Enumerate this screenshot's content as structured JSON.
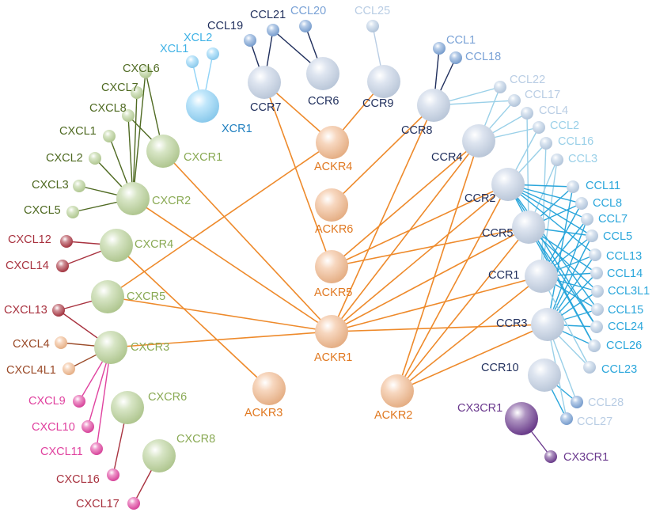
{
  "colors": {
    "cxcr_node": "#b7cf95",
    "cxcr_label": "#8aaa55",
    "cxcl_edge": "#4f6a22",
    "ack_node": "#f0b68a",
    "ack_edge": "#ee8a2b",
    "ack_label": "#e07820",
    "ccr_node": "#c3d0e3",
    "ccr_label": "#1a2a55",
    "xcr1_node": "#8fd3f7",
    "xcr1_label": "#1f7fbf",
    "xcl_label": "#3fb2e6",
    "maroon": "#a8323f",
    "brown_label": "#9a4a28",
    "magenta": "#e0429f",
    "pale_blue": "#b9cde4",
    "mid_blue": "#7aa2d6",
    "dark_blue": "#1f2e5c",
    "light_cyan": "#9ad0e8",
    "cyan_edge": "#2aa6db",
    "purple": "#6b3a8e"
  },
  "nodes": [
    {
      "id": "XCR1",
      "label": "XCR1",
      "kind": "receptor"
    },
    {
      "id": "XCL1",
      "label": "XCL1",
      "kind": "ligand"
    },
    {
      "id": "XCL2",
      "label": "XCL2",
      "kind": "ligand"
    },
    {
      "id": "CCL19",
      "label": "CCL19",
      "kind": "ligand"
    },
    {
      "id": "CCL21",
      "label": "CCL21",
      "kind": "ligand"
    },
    {
      "id": "CCL20",
      "label": "CCL20",
      "kind": "ligand"
    },
    {
      "id": "CCL25",
      "label": "CCL25",
      "kind": "ligand"
    },
    {
      "id": "CCR7",
      "label": "CCR7",
      "kind": "receptor"
    },
    {
      "id": "CCR6",
      "label": "CCR6",
      "kind": "receptor"
    },
    {
      "id": "CCR9",
      "label": "CCR9",
      "kind": "receptor"
    },
    {
      "id": "CCL1",
      "label": "CCL1",
      "kind": "ligand"
    },
    {
      "id": "CCL18",
      "label": "CCL18",
      "kind": "ligand"
    },
    {
      "id": "CCR8",
      "label": "CCR8",
      "kind": "receptor"
    },
    {
      "id": "CXCL6",
      "label": "CXCL6",
      "kind": "ligand"
    },
    {
      "id": "CXCL7",
      "label": "CXCL7",
      "kind": "ligand"
    },
    {
      "id": "CXCL8",
      "label": "CXCL8",
      "kind": "ligand"
    },
    {
      "id": "CXCL1",
      "label": "CXCL1",
      "kind": "ligand"
    },
    {
      "id": "CXCL2",
      "label": "CXCL2",
      "kind": "ligand"
    },
    {
      "id": "CXCL3",
      "label": "CXCL3",
      "kind": "ligand"
    },
    {
      "id": "CXCL5",
      "label": "CXCL5",
      "kind": "ligand"
    },
    {
      "id": "CXCR1",
      "label": "CXCR1",
      "kind": "receptor"
    },
    {
      "id": "CXCR2",
      "label": "CXCR2",
      "kind": "receptor"
    },
    {
      "id": "CXCL12",
      "label": "CXCL12",
      "kind": "ligand"
    },
    {
      "id": "CXCL14",
      "label": "CXCL14",
      "kind": "ligand"
    },
    {
      "id": "CXCR4",
      "label": "CXCR4",
      "kind": "receptor"
    },
    {
      "id": "CXCR5",
      "label": "CXCR5",
      "kind": "receptor"
    },
    {
      "id": "CXCL13",
      "label": "CXCL13",
      "kind": "ligand"
    },
    {
      "id": "CXCL4",
      "label": "CXCL4",
      "kind": "ligand"
    },
    {
      "id": "CXCL4L1",
      "label": "CXCL4L1",
      "kind": "ligand"
    },
    {
      "id": "CXCR3",
      "label": "CXCR3",
      "kind": "receptor"
    },
    {
      "id": "CXCL9",
      "label": "CXCL9",
      "kind": "ligand"
    },
    {
      "id": "CXCL10",
      "label": "CXCL10",
      "kind": "ligand"
    },
    {
      "id": "CXCL11",
      "label": "CXCL11",
      "kind": "ligand"
    },
    {
      "id": "CXCR6",
      "label": "CXCR6",
      "kind": "receptor"
    },
    {
      "id": "CXCL16",
      "label": "CXCL16",
      "kind": "ligand"
    },
    {
      "id": "CXCR8",
      "label": "CXCR8",
      "kind": "receptor"
    },
    {
      "id": "CXCL17",
      "label": "CXCL17",
      "kind": "ligand"
    },
    {
      "id": "ACKR4",
      "label": "ACKR4",
      "kind": "atypical"
    },
    {
      "id": "ACKR6",
      "label": "ACKR6",
      "kind": "atypical"
    },
    {
      "id": "ACKR5",
      "label": "ACKR5",
      "kind": "atypical"
    },
    {
      "id": "ACKR1",
      "label": "ACKR1",
      "kind": "atypical"
    },
    {
      "id": "ACKR3",
      "label": "ACKR3",
      "kind": "atypical"
    },
    {
      "id": "ACKR2",
      "label": "ACKR2",
      "kind": "atypical"
    },
    {
      "id": "CCR4",
      "label": "CCR4",
      "kind": "receptor"
    },
    {
      "id": "CCR2",
      "label": "CCR2",
      "kind": "receptor"
    },
    {
      "id": "CCR5",
      "label": "CCR5",
      "kind": "receptor"
    },
    {
      "id": "CCR1",
      "label": "CCR1",
      "kind": "receptor"
    },
    {
      "id": "CCR3",
      "label": "CCR3",
      "kind": "receptor"
    },
    {
      "id": "CCR10",
      "label": "CCR10",
      "kind": "receptor"
    },
    {
      "id": "CX3CR1",
      "label": "CX3CR1",
      "kind": "receptor"
    },
    {
      "id": "CX3CL1",
      "label": "CX3CR1",
      "kind": "ligand"
    },
    {
      "id": "CCL22",
      "label": "CCL22",
      "kind": "ligand"
    },
    {
      "id": "CCL17",
      "label": "CCL17",
      "kind": "ligand"
    },
    {
      "id": "CCL4",
      "label": "CCL4",
      "kind": "ligand"
    },
    {
      "id": "CCL2",
      "label": "CCL2",
      "kind": "ligand"
    },
    {
      "id": "CCL16",
      "label": "CCL16",
      "kind": "ligand"
    },
    {
      "id": "CCL3",
      "label": "CCL3",
      "kind": "ligand"
    },
    {
      "id": "CCL11",
      "label": "CCL11",
      "kind": "ligand"
    },
    {
      "id": "CCL8",
      "label": "CCL8",
      "kind": "ligand"
    },
    {
      "id": "CCL7",
      "label": "CCL7",
      "kind": "ligand"
    },
    {
      "id": "CCL5",
      "label": "CCL5",
      "kind": "ligand"
    },
    {
      "id": "CCL13",
      "label": "CCL13",
      "kind": "ligand"
    },
    {
      "id": "CCL14",
      "label": "CCL14",
      "kind": "ligand"
    },
    {
      "id": "CCL3L1",
      "label": "CCL3L1",
      "kind": "ligand"
    },
    {
      "id": "CCL15",
      "label": "CCL15",
      "kind": "ligand"
    },
    {
      "id": "CCL24",
      "label": "CCL24",
      "kind": "ligand"
    },
    {
      "id": "CCL26",
      "label": "CCL26",
      "kind": "ligand"
    },
    {
      "id": "CCL23",
      "label": "CCL23",
      "kind": "ligand"
    },
    {
      "id": "CCL28",
      "label": "CCL28",
      "kind": "ligand"
    },
    {
      "id": "CCL27",
      "label": "CCL27",
      "kind": "ligand"
    }
  ]
}
